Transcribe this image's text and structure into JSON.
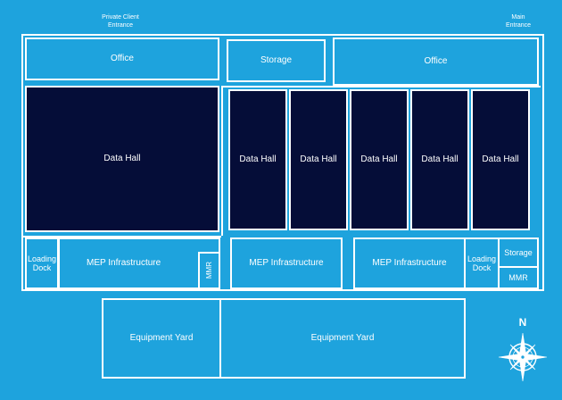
{
  "labels": {
    "private_entrance": "Private Client\nEntrance",
    "main_entrance": "Main\nEntrance",
    "north": "N"
  },
  "rooms": {
    "office_left": "Office",
    "storage_top": "Storage",
    "office_right": "Office",
    "data_hall_large": "Data Hall",
    "data_hall_1": "Data Hall",
    "data_hall_2": "Data Hall",
    "data_hall_3": "Data Hall",
    "data_hall_4": "Data Hall",
    "data_hall_5": "Data Hall",
    "loading_dock_left": "Loading\nDock",
    "mep_1": "MEP Infrastructure",
    "mmr_left": "MMR",
    "mep_2": "MEP Infrastructure",
    "mep_3": "MEP Infrastructure",
    "loading_dock_right": "Loading\nDock",
    "storage_right": "Storage",
    "mmr_right": "MMR",
    "equipment_yard_1": "Equipment Yard",
    "equipment_yard_2": "Equipment Yard"
  },
  "colors": {
    "background": "#1ea3dd",
    "data_hall": "#050d38",
    "lines": "#ffffff"
  },
  "icons": [
    "compass-rose-icon"
  ]
}
